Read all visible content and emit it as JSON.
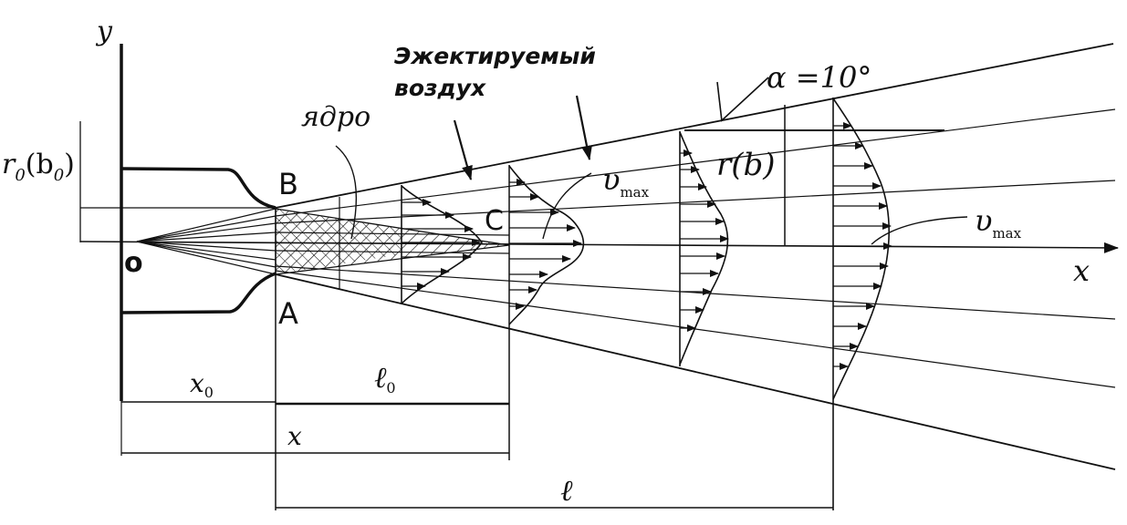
{
  "labels": {
    "y_axis": "y",
    "x_axis": "x",
    "origin": "o",
    "point_b": "B",
    "point_a": "A",
    "point_c": "C",
    "r0": "r",
    "r0_sub": "0",
    "b0_paren_open": "(b",
    "b0_sub": "0",
    "b0_paren_close": ")",
    "core": "ядро",
    "ejected_line1": "Эжектируемый",
    "ejected_line2": "воздух",
    "v": "υ",
    "v_sub": "max",
    "v2": "υ",
    "v2_sub": "max",
    "alpha": "𝛼 =10°",
    "r_b": "r(b)",
    "x0": "x",
    "x0_sub": "0",
    "l0": "ℓ",
    "l0_sub": "0",
    "x_dim": "x",
    "l_dim": "ℓ"
  },
  "colors": {
    "ink": "#111111",
    "background": "#ffffff"
  }
}
